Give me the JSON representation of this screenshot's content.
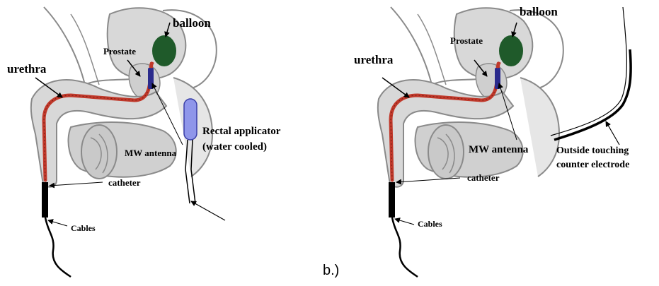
{
  "panel_a": {
    "labels": {
      "balloon": "balloon",
      "prostate": "Prostate",
      "urethra": "urethra",
      "rectal_line1": "Rectal applicator",
      "rectal_line2": "(water cooled)",
      "mw_antenna": "MW antenna",
      "catheter": "catheter",
      "cables": "Cables"
    }
  },
  "panel_b": {
    "caption": "b.)",
    "labels": {
      "balloon": "balloon",
      "prostate": "Prostate",
      "urethra": "urethra",
      "mw_antenna": "MW antenna",
      "electrode_line1": "Outside touching",
      "electrode_line2": "counter electrode",
      "catheter": "catheter",
      "cables": "Cables"
    }
  },
  "colors": {
    "anatomy_fill": "#d8d8d8",
    "anatomy_stroke": "#8a8a8a",
    "catheter": "#c0392b",
    "balloon": "#1f5a2a",
    "antenna": "#2b2b8c",
    "rectal_applicator": "#8f96ea"
  }
}
